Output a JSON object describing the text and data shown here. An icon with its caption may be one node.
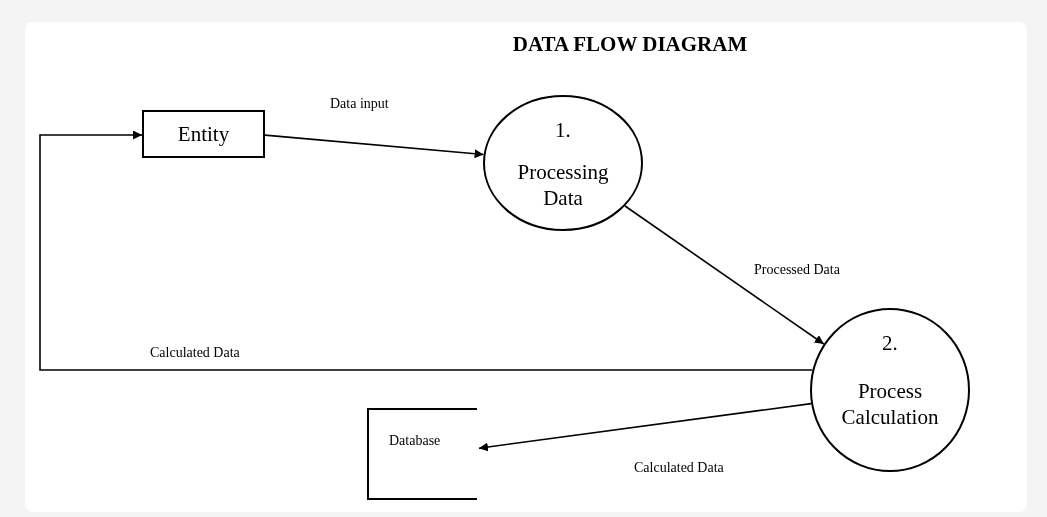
{
  "diagram": {
    "title": "DATA FLOW DIAGRAM",
    "nodes": [
      {
        "text": [
          "Entity"
        ]
      },
      {
        "text": [
          "1.",
          "Processing Data"
        ]
      },
      {
        "text": [
          "2.",
          "Process Calculation"
        ]
      },
      {
        "text": [
          "Database"
        ]
      }
    ],
    "edges": [
      {
        "from": 0,
        "to": 1,
        "arrow": "to",
        "label": "Data input"
      },
      {
        "from": 1,
        "to": 2,
        "arrow": "to",
        "label": "Processed Data"
      },
      {
        "from": 2,
        "to": 0,
        "arrow": "to",
        "label": "Calculated Data"
      },
      {
        "from": 2,
        "to": 3,
        "arrow": "to",
        "label": "Calculated Data"
      }
    ]
  }
}
